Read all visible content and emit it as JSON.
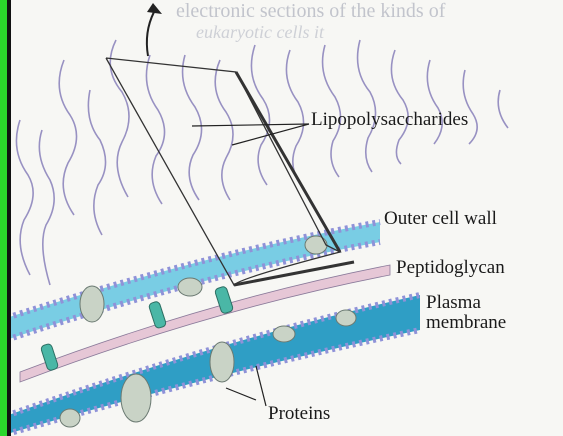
{
  "labels": {
    "lipopolysaccharides": "Lipopolysaccharides",
    "outer_cell_wall": "Outer cell wall",
    "peptidoglycan": "Peptidoglycan",
    "plasma_membrane": "Plasma membrane",
    "proteins": "Proteins"
  },
  "background_text": {
    "line1": "electronic sections of the kinds of",
    "line2": "eukaryotic cells it"
  },
  "colors": {
    "outer_wall": "#79cde4",
    "membrane_dark": "#2f9ec5",
    "bead": "#8f92d8",
    "peptidoglycan": "#e6c7d6",
    "protein": "#c9d3c6",
    "channel": "#4ab7a6",
    "lps_chain": "#8e87bd",
    "edge_green": "#2bd62b"
  }
}
